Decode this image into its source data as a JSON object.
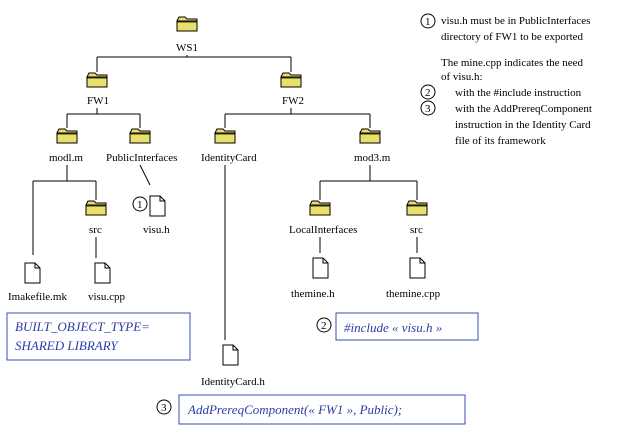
{
  "tree": {
    "root": "WS1",
    "fw1": "FW1",
    "fw2": "FW2",
    "modl": "modl.m",
    "public_interfaces": "PublicInterfaces",
    "identity_card": "IdentityCard",
    "mod3": "mod3.m",
    "src1": "src",
    "local_interfaces": "LocalInterfaces",
    "src3": "src",
    "imakefile": "Imakefile.mk",
    "visu_cpp": "visu.cpp",
    "visu_h": "visu.h",
    "themine_h": "themine.h",
    "themine_cpp": "themine.cpp",
    "identity_card_h": "IdentityCard.h"
  },
  "notes": {
    "n1_num": "1",
    "n1_line1": "visu.h must be in PublicInterfaces",
    "n1_line2": "directory of FW1 to be exported",
    "intro_line1": "The mine.cpp indicates the need",
    "intro_line2": "of visu.h:",
    "n2_num": "2",
    "n2_line1": "with the #include instruction",
    "n3_num": "3",
    "n3_line1": "with the AddPrereqComponent",
    "n3_line2": "instruction in the Identity Card",
    "n3_line3": "file of its framework"
  },
  "boxes": {
    "built_line1": "BUILT_OBJECT_TYPE=",
    "built_line2": "SHARED LIBRARY",
    "include_num": "2",
    "include_text": "#include « visu.h »",
    "prereq_num": "3",
    "prereq_text": "AddPrereqComponent(« FW1 », Public);",
    "visu_num": "1"
  },
  "colors": {
    "folder_fill": "#e8e06a",
    "folder_stroke": "#000000",
    "code_text": "#2a3ca8",
    "box_border": "#3a4cb0"
  }
}
